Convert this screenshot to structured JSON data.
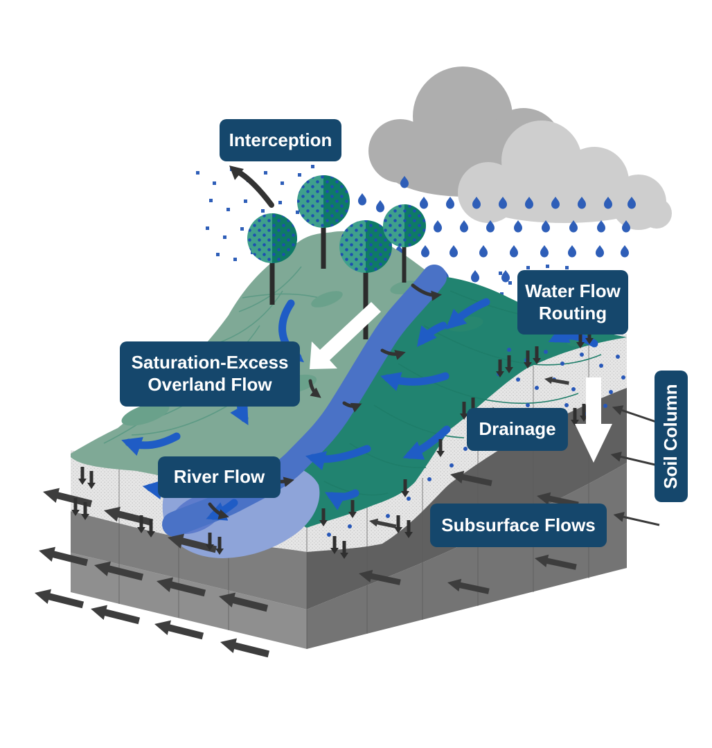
{
  "figure": {
    "type": "hydrology-process-diagram",
    "labels": {
      "interception": "Interception",
      "water_flow_routing": "Water Flow Routing",
      "saturation_excess_overland_flow": "Saturation-Excess Overland Flow",
      "drainage": "Drainage",
      "river_flow": "River Flow",
      "subsurface_flows": "Subsurface Flows",
      "soil_column": "Soil Column"
    },
    "colors": {
      "label_background": "#15476C",
      "label_text": "#FFFFFF",
      "terrain_light_green": "#7FA996",
      "terrain_dark_green": "#218370",
      "river_blue": "#4A72C6",
      "river_mouth_blue": "#8EA4D9",
      "rain_blue": "#2E5EB8",
      "surface_arrow_blue": "#1F5CC5",
      "subsurface_arrow_gray": "#3D3D3D",
      "cloud_dark_gray": "#AEAEAE",
      "cloud_light_gray": "#CECECE",
      "soil_stipple_light": "#E6E6E6",
      "soil_dark_band": "#606060"
    }
  }
}
